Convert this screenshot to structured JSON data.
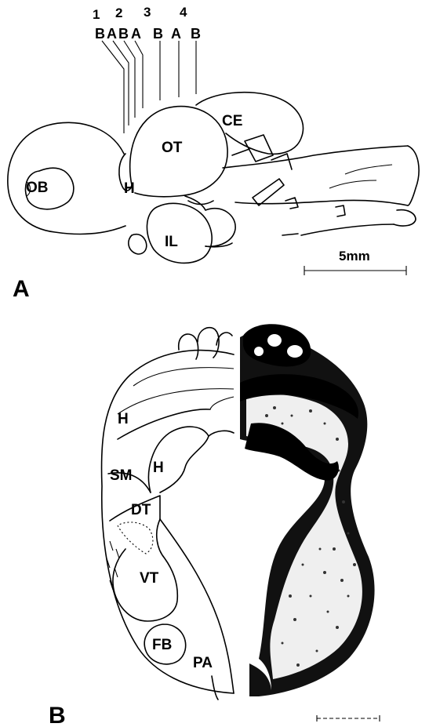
{
  "panel_a": {
    "panel_label": "A",
    "section_numbers": [
      "1",
      "2",
      "3",
      "4"
    ],
    "section_letters": [
      "B",
      "A",
      "B",
      "A",
      "B",
      "A",
      "B"
    ],
    "region_labels": {
      "ob": "OB",
      "h": "H",
      "ot": "OT",
      "ce": "CE",
      "il": "IL"
    },
    "scale_label": "5mm"
  },
  "panel_b": {
    "panel_label": "B",
    "region_labels": {
      "h_top": "H",
      "h_mid": "H",
      "sm": "SM",
      "dt": "DT",
      "vt": "VT",
      "fb": "FB",
      "pa": "PA"
    }
  }
}
